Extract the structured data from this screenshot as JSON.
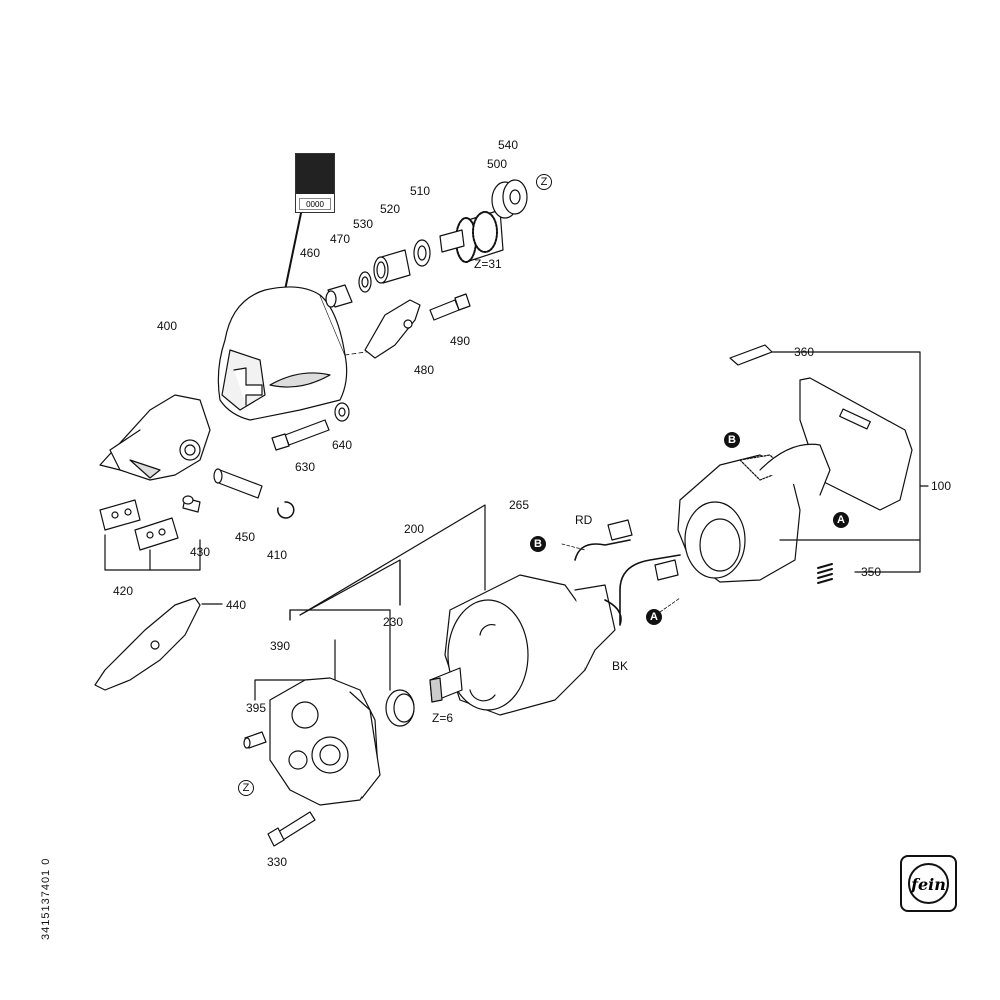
{
  "parts": {
    "p100": "100",
    "p200": "200",
    "p230": "230",
    "p265": "265",
    "p330": "330",
    "p350": "350",
    "p360": "360",
    "p390": "390",
    "p395": "395",
    "p400": "400",
    "p410": "410",
    "p420": "420",
    "p430": "430",
    "p440": "440",
    "p450": "450",
    "p460": "460",
    "p470": "470",
    "p480": "480",
    "p490": "490",
    "p500": "500",
    "p510": "510",
    "p520": "520",
    "p530": "530",
    "p540": "540",
    "p630": "630",
    "p640": "640"
  },
  "annotations": {
    "gear_teeth_31": "Z=31",
    "gear_teeth_6": "Z=6",
    "wire_red": "RD",
    "wire_black": "BK"
  },
  "markers": {
    "a": "A",
    "b": "B",
    "z": "Z"
  },
  "warning_sign_text": "0000",
  "brand_logo_text": "fein",
  "doc_number": "3415137401 0"
}
